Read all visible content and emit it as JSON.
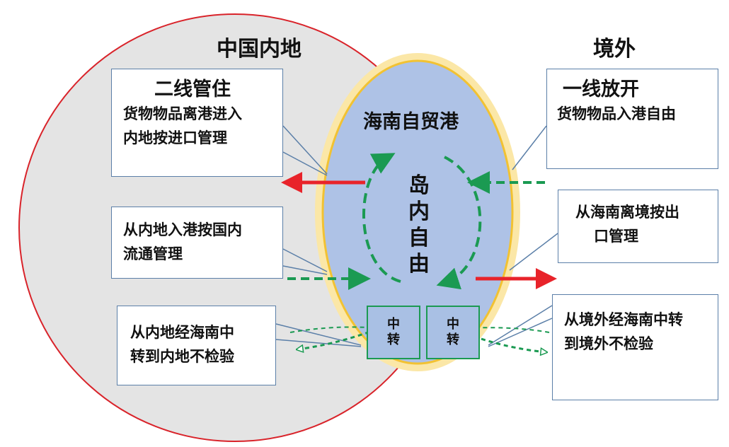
{
  "regions": {
    "mainland": "中国内地",
    "overseas": "境外",
    "hainan": "海南自贸港"
  },
  "center_text": [
    "岛",
    "内",
    "自",
    "由"
  ],
  "boxes": {
    "second_line": {
      "title": "二线管住",
      "lines": [
        "货物物品离港进入",
        "内地按进口管理"
      ]
    },
    "first_line": {
      "title": "一线放开",
      "lines": [
        "货物物品入港自由"
      ]
    },
    "mainland_entry": {
      "lines": [
        "从内地入港按国内",
        "流通管理"
      ]
    },
    "hainan_exit": {
      "lines": [
        "从海南离境按出",
        "口管理"
      ]
    },
    "mainland_transit": {
      "lines": [
        "从内地经海南中",
        "转到内地不检验"
      ]
    },
    "overseas_transit": {
      "lines": [
        "从境外经海南中转",
        "到境外不检验"
      ]
    }
  },
  "transfer_boxes": [
    {
      "chars": [
        "中",
        "转"
      ]
    },
    {
      "chars": [
        "中",
        "转"
      ]
    }
  ],
  "colors": {
    "mainland_fill": "#e4e4e4",
    "mainland_border": "#d9232a",
    "hainan_fill": "#aec2e6",
    "hainan_border": "#f2c232",
    "green_arrow": "#1b9a52",
    "red_arrow": "#e8232a",
    "box_border": "#5b7fa8"
  }
}
